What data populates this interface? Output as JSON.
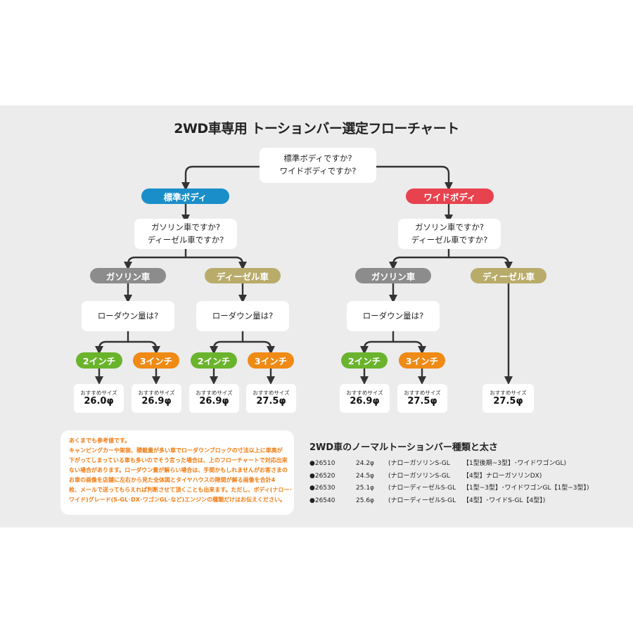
{
  "title": "2WD車専用 トーションバー選定フローチャート",
  "q_body": [
    "標準ボディですか?",
    "ワイドボディですか?"
  ],
  "standard": {
    "label": "標準ボディ",
    "q_fuel": [
      "ガソリン車ですか?",
      "ディーゼル車ですか?"
    ],
    "gasoline": {
      "label": "ガソリン車",
      "q_lowdown": "ローダウン量は?",
      "opt2": "2インチ",
      "opt3": "3インチ",
      "size_label": "おすすめサイズ",
      "size2": "26.0φ",
      "size3": "26.9φ"
    },
    "diesel": {
      "label": "ディーゼル車",
      "q_lowdown": "ローダウン量は?",
      "opt2": "2インチ",
      "opt3": "3インチ",
      "size_label": "おすすめサイズ",
      "size2": "26.9φ",
      "size3": "27.5φ"
    }
  },
  "wide": {
    "label": "ワイドボディ",
    "q_fuel": [
      "ガソリン車ですか?",
      "ディーゼル車ですか?"
    ],
    "gasoline": {
      "label": "ガソリン車",
      "q_lowdown": "ローダウン量は?",
      "opt2": "2インチ",
      "opt3": "3インチ",
      "size_label": "おすすめサイズ",
      "size2": "26.9φ",
      "size3": "27.5φ"
    },
    "diesel": {
      "label": "ディーゼル車",
      "size_label": "おすすめサイズ",
      "size": "27.5φ"
    }
  },
  "note_lines": [
    "あくまでも参考値です。",
    "キャンピングカーや架装、積載量が多い車でローダウンブロックの寸法以上に車高が",
    "下がってしまっている車も多いのでそう言った場合は、上のフローチャートで対応出来",
    "ない場合があります。ローダウン量が解らい場合は、手間かもしれませんがお客さまの",
    "お車の画像を店舗に左右から見た全体図とタイヤハウスの隙間が解る画像を合計4",
    "枚、メールで送ってもらえれば判断させて頂くことも出来ます。ただし、ボディ(ナロー･",
    "ワイド)グレード(S-GL･DX･ワゴンGL･など)エンジンの種類だけはお伝えください。"
  ],
  "spec_title": "2WD車のノーマルトーションバー種類と太さ",
  "specs": [
    {
      "code": "●26510",
      "size": "24.2φ",
      "desc": "(ナローガソリンS-GL",
      "note": "【1型後期~3型】･ワイドワゴンGL)"
    },
    {
      "code": "●26520",
      "size": "24.5φ",
      "desc": "(ナローガソリンS-GL",
      "note": "【4型】ナローガソリンDX)"
    },
    {
      "code": "●26530",
      "size": "25.1φ",
      "desc": "(ナローディーゼルS-GL",
      "note": "【1型~3型】･ワイドワゴンGL【1型~3型】)"
    },
    {
      "code": "●26540",
      "size": "25.6φ",
      "desc": "(ナローディーゼルS-GL",
      "note": "【4型】･ワイドS-GL【4型】)"
    }
  ],
  "colors": {
    "standard": "#1a8ec9",
    "wide": "#e8424e",
    "gasoline": "#8c8c8c",
    "diesel": "#b9ac6b",
    "two_inch": "#6ab42d",
    "three_inch": "#ef8a14",
    "connector": "#333333",
    "note_text": "#f07c12"
  }
}
